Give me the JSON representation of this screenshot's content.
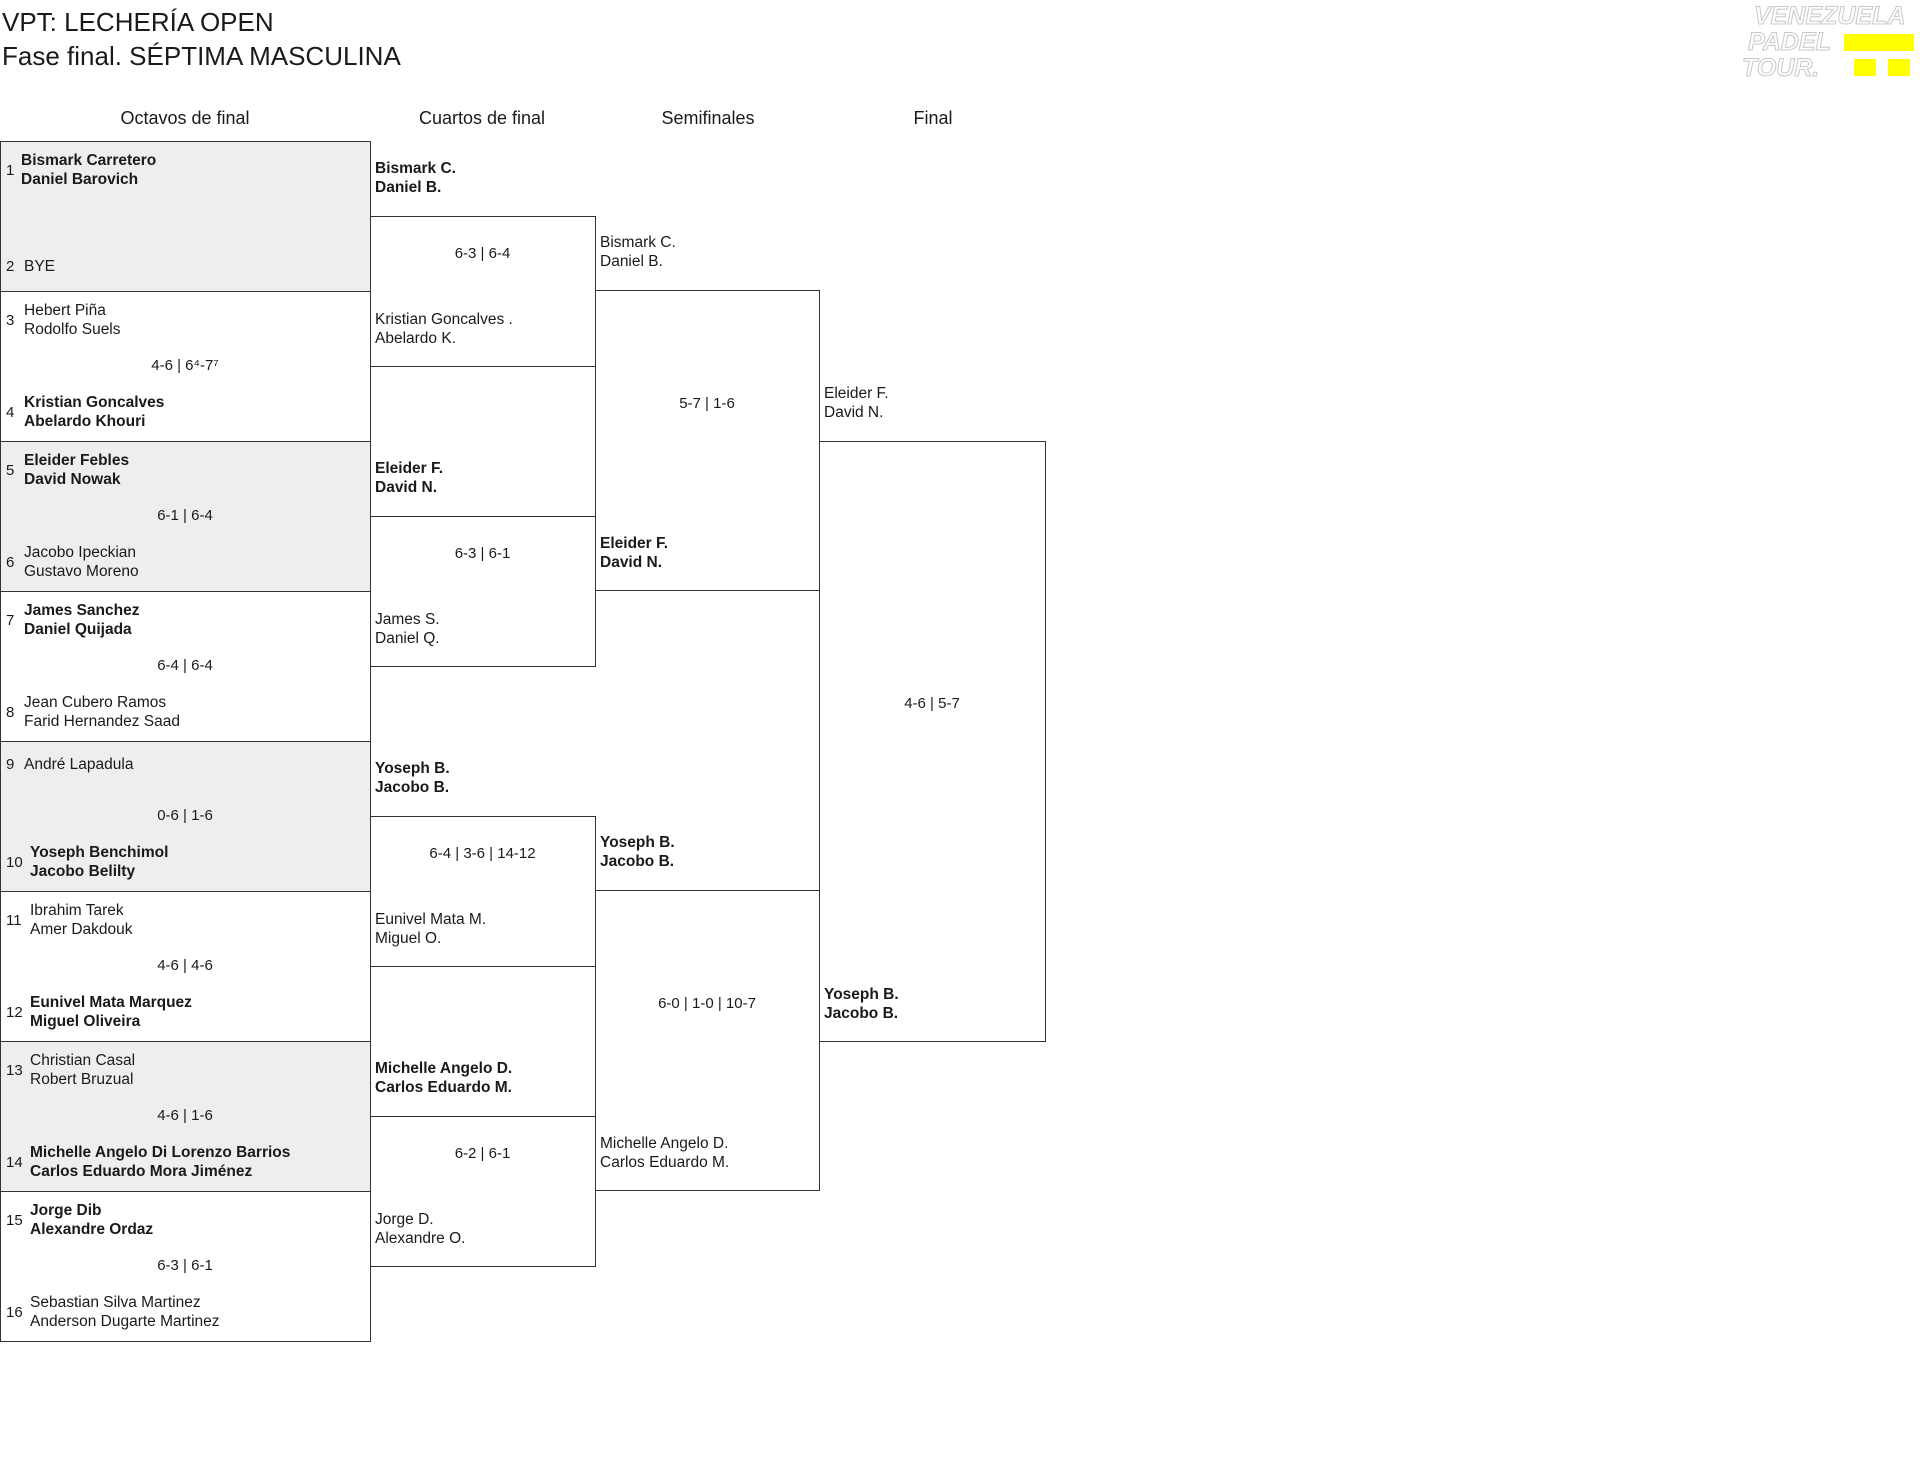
{
  "header": {
    "title": "VPT: LECHERÍA OPEN",
    "subtitle": "Fase final. SÉPTIMA MASCULINA",
    "logo_text": [
      "VENEZUELA",
      "PADEL",
      "TOUR."
    ],
    "logo_accent": "#ffff00"
  },
  "rounds": [
    "Octavos de final",
    "Cuartos de final",
    "Semifinales",
    "Final"
  ],
  "r16": [
    {
      "top": {
        "seed": "1",
        "names": [
          "Bismark Carretero",
          "Daniel Barovich"
        ],
        "winner": true
      },
      "bottom": {
        "seed": "2",
        "names": [
          "BYE"
        ],
        "winner": false
      },
      "score": ""
    },
    {
      "top": {
        "seed": "3",
        "names": [
          "Hebert Piña",
          "Rodolfo Suels"
        ],
        "winner": false
      },
      "bottom": {
        "seed": "4",
        "names": [
          "Kristian Goncalves",
          "Abelardo Khouri"
        ],
        "winner": true
      },
      "score": "4-6 | 6⁴-7⁷"
    },
    {
      "top": {
        "seed": "5",
        "names": [
          "Eleider Febles",
          "David Nowak"
        ],
        "winner": true
      },
      "bottom": {
        "seed": "6",
        "names": [
          "Jacobo Ipeckian",
          "Gustavo Moreno"
        ],
        "winner": false
      },
      "score": "6-1 | 6-4"
    },
    {
      "top": {
        "seed": "7",
        "names": [
          "James Sanchez",
          "Daniel Quijada"
        ],
        "winner": true
      },
      "bottom": {
        "seed": "8",
        "names": [
          "Jean Cubero Ramos",
          "Farid Hernandez Saad"
        ],
        "winner": false
      },
      "score": "6-4 | 6-4"
    },
    {
      "top": {
        "seed": "9",
        "names": [
          "André Lapadula"
        ],
        "winner": false
      },
      "bottom": {
        "seed": "10",
        "names": [
          "Yoseph Benchimol",
          "Jacobo Belilty"
        ],
        "winner": true
      },
      "score": "0-6 | 1-6"
    },
    {
      "top": {
        "seed": "11",
        "names": [
          "Ibrahim Tarek",
          "Amer Dakdouk"
        ],
        "winner": false
      },
      "bottom": {
        "seed": "12",
        "names": [
          "Eunivel Mata Marquez",
          "Miguel Oliveira"
        ],
        "winner": true
      },
      "score": "4-6 | 4-6"
    },
    {
      "top": {
        "seed": "13",
        "names": [
          "Christian Casal",
          "Robert Bruzual"
        ],
        "winner": false
      },
      "bottom": {
        "seed": "14",
        "names": [
          "Michelle Angelo Di Lorenzo Barrios",
          "Carlos Eduardo Mora Jiménez"
        ],
        "winner": true
      },
      "score": "4-6 | 1-6"
    },
    {
      "top": {
        "seed": "15",
        "names": [
          "Jorge Dib",
          "Alexandre Ordaz"
        ],
        "winner": true
      },
      "bottom": {
        "seed": "16",
        "names": [
          "Sebastian Silva Martinez",
          "Anderson Dugarte Martinez"
        ],
        "winner": false
      },
      "score": "6-3 | 6-1"
    }
  ],
  "qf": [
    {
      "top": {
        "names": [
          "Bismark C.",
          "Daniel B."
        ],
        "winner": true
      },
      "bottom": {
        "names": [
          "Kristian Goncalves .",
          "Abelardo K."
        ],
        "winner": false
      },
      "score": "6-3 | 6-4"
    },
    {
      "top": {
        "names": [
          "Eleider F.",
          "David N."
        ],
        "winner": true
      },
      "bottom": {
        "names": [
          "James S.",
          "Daniel Q."
        ],
        "winner": false
      },
      "score": "6-3 | 6-1"
    },
    {
      "top": {
        "names": [
          "Yoseph B.",
          "Jacobo B."
        ],
        "winner": true
      },
      "bottom": {
        "names": [
          "Eunivel Mata M.",
          "Miguel O."
        ],
        "winner": false
      },
      "score": "6-4 | 3-6 | 14-12"
    },
    {
      "top": {
        "names": [
          "Michelle Angelo D.",
          "Carlos Eduardo M."
        ],
        "winner": true
      },
      "bottom": {
        "names": [
          "Jorge D.",
          "Alexandre O."
        ],
        "winner": false
      },
      "score": "6-2 | 6-1"
    }
  ],
  "sf": [
    {
      "top": {
        "names": [
          "Bismark C.",
          "Daniel B."
        ],
        "winner": false
      },
      "bottom": {
        "names": [
          "Eleider F.",
          "David N."
        ],
        "winner": true
      },
      "score": "5-7 | 1-6"
    },
    {
      "top": {
        "names": [
          "Yoseph B.",
          "Jacobo B."
        ],
        "winner": true
      },
      "bottom": {
        "names": [
          "Michelle Angelo D.",
          "Carlos Eduardo M."
        ],
        "winner": false
      },
      "score": "6-0 | 1-0 | 10-7"
    }
  ],
  "final": [
    {
      "top": {
        "names": [
          "Eleider F.",
          "David N."
        ],
        "winner": false
      },
      "bottom": {
        "names": [
          "Yoseph B.",
          "Jacobo B."
        ],
        "winner": true
      },
      "score": "4-6 | 5-7"
    }
  ]
}
